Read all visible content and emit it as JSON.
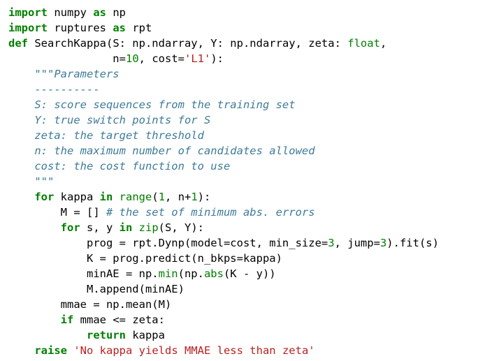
{
  "code": {
    "colors": {
      "background": "#ffffff",
      "keyword": "#008000",
      "builtin": "#008000",
      "number": "#008000",
      "string": "#ba2121",
      "docstring": "#3d7b9a",
      "comment": "#3d7b9a",
      "text": "#000000"
    },
    "lines": [
      [
        {
          "t": "kw",
          "v": "import"
        },
        {
          "t": "plain",
          "v": " numpy "
        },
        {
          "t": "kw",
          "v": "as"
        },
        {
          "t": "plain",
          "v": " np"
        }
      ],
      [
        {
          "t": "kw",
          "v": "import"
        },
        {
          "t": "plain",
          "v": " ruptures "
        },
        {
          "t": "kw",
          "v": "as"
        },
        {
          "t": "plain",
          "v": " rpt"
        }
      ],
      [
        {
          "t": "kw",
          "v": "def"
        },
        {
          "t": "plain",
          "v": " SearchKappa(S: np.ndarray, Y: np.ndarray, zeta: "
        },
        {
          "t": "builtin",
          "v": "float"
        },
        {
          "t": "plain",
          "v": ","
        }
      ],
      [
        {
          "t": "plain",
          "v": "                n="
        },
        {
          "t": "num",
          "v": "10"
        },
        {
          "t": "plain",
          "v": ", cost="
        },
        {
          "t": "str",
          "v": "'L1'"
        },
        {
          "t": "plain",
          "v": "):"
        }
      ],
      [
        {
          "t": "doc",
          "v": "    \"\"\"Parameters"
        }
      ],
      [
        {
          "t": "doc",
          "v": "    ----------"
        }
      ],
      [
        {
          "t": "doc",
          "v": "    S: score sequences from the training set"
        }
      ],
      [
        {
          "t": "doc",
          "v": "    Y: true switch points for S"
        }
      ],
      [
        {
          "t": "doc",
          "v": "    zeta: the target threshold"
        }
      ],
      [
        {
          "t": "doc",
          "v": "    n: the maximum number of candidates allowed"
        }
      ],
      [
        {
          "t": "doc",
          "v": "    cost: the cost function to use"
        }
      ],
      [
        {
          "t": "doc",
          "v": "    \"\"\""
        }
      ],
      [
        {
          "t": "plain",
          "v": "    "
        },
        {
          "t": "kw",
          "v": "for"
        },
        {
          "t": "plain",
          "v": " kappa "
        },
        {
          "t": "kw",
          "v": "in"
        },
        {
          "t": "plain",
          "v": " "
        },
        {
          "t": "builtin",
          "v": "range"
        },
        {
          "t": "plain",
          "v": "("
        },
        {
          "t": "num",
          "v": "1"
        },
        {
          "t": "plain",
          "v": ", n+"
        },
        {
          "t": "num",
          "v": "1"
        },
        {
          "t": "plain",
          "v": "):"
        }
      ],
      [
        {
          "t": "plain",
          "v": "        M = [] "
        },
        {
          "t": "comment",
          "v": "# the set of minimum abs. errors"
        }
      ],
      [
        {
          "t": "plain",
          "v": "        "
        },
        {
          "t": "kw",
          "v": "for"
        },
        {
          "t": "plain",
          "v": " s, y "
        },
        {
          "t": "kw",
          "v": "in"
        },
        {
          "t": "plain",
          "v": " "
        },
        {
          "t": "builtin",
          "v": "zip"
        },
        {
          "t": "plain",
          "v": "(S, Y):"
        }
      ],
      [
        {
          "t": "plain",
          "v": "            prog = rpt.Dynp(model=cost, min_size="
        },
        {
          "t": "num",
          "v": "3"
        },
        {
          "t": "plain",
          "v": ", jump="
        },
        {
          "t": "num",
          "v": "3"
        },
        {
          "t": "plain",
          "v": ").fit(s)"
        }
      ],
      [
        {
          "t": "plain",
          "v": "            K = prog.predict(n_bkps=kappa)"
        }
      ],
      [
        {
          "t": "plain",
          "v": "            minAE = np."
        },
        {
          "t": "builtin",
          "v": "min"
        },
        {
          "t": "plain",
          "v": "(np."
        },
        {
          "t": "builtin",
          "v": "abs"
        },
        {
          "t": "plain",
          "v": "(K - y))"
        }
      ],
      [
        {
          "t": "plain",
          "v": "            M.append(minAE)"
        }
      ],
      [
        {
          "t": "plain",
          "v": "        mmae = np.mean(M)"
        }
      ],
      [
        {
          "t": "plain",
          "v": "        "
        },
        {
          "t": "kw",
          "v": "if"
        },
        {
          "t": "plain",
          "v": " mmae <= zeta:"
        }
      ],
      [
        {
          "t": "plain",
          "v": "            "
        },
        {
          "t": "kw",
          "v": "return"
        },
        {
          "t": "plain",
          "v": " kappa"
        }
      ],
      [
        {
          "t": "plain",
          "v": "    "
        },
        {
          "t": "kw",
          "v": "raise"
        },
        {
          "t": "plain",
          "v": " "
        },
        {
          "t": "str",
          "v": "'No kappa yields MMAE less than zeta'"
        }
      ]
    ]
  }
}
